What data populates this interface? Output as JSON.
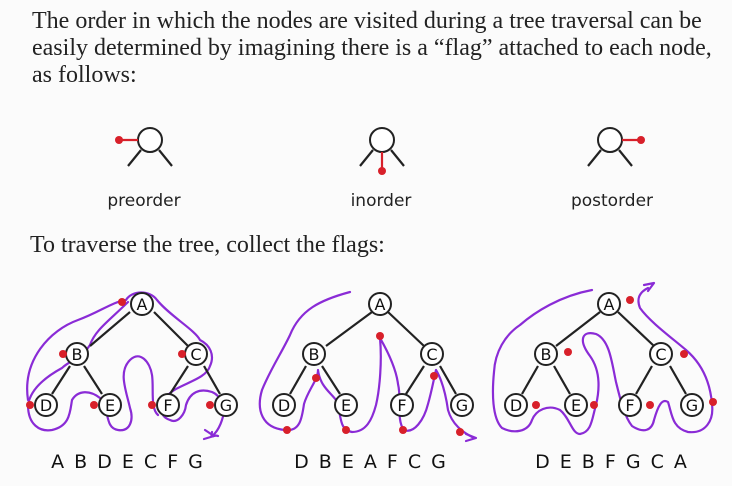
{
  "intro": "The order in which the nodes are visited during a tree traversal can be easily determined by imagining there is a “flag” attached to each node, as follows:",
  "flags": [
    {
      "label": "preorder",
      "position": "left"
    },
    {
      "label": "inorder",
      "position": "bottom"
    },
    {
      "label": "postorder",
      "position": "right"
    }
  ],
  "subheading": "To traverse the tree, collect the flags:",
  "tree": {
    "nodes": [
      "A",
      "B",
      "C",
      "D",
      "E",
      "F",
      "G"
    ],
    "edges": [
      [
        "A",
        "B"
      ],
      [
        "A",
        "C"
      ],
      [
        "B",
        "D"
      ],
      [
        "B",
        "E"
      ],
      [
        "C",
        "F"
      ],
      [
        "C",
        "G"
      ]
    ]
  },
  "traversals": [
    {
      "name": "preorder",
      "sequence": "A B D E C F G"
    },
    {
      "name": "inorder",
      "sequence": "D B E A F C G"
    },
    {
      "name": "postorder",
      "sequence": "D E B F G C A"
    }
  ],
  "colors": {
    "flag": "#d8202a",
    "path": "#8a2bd6",
    "ink": "#222222"
  }
}
